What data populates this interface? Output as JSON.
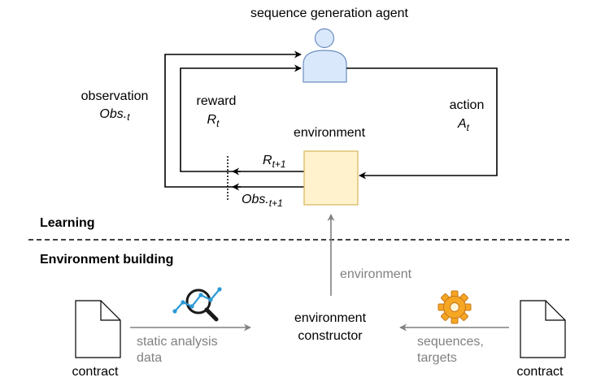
{
  "agent": {
    "title": "sequence generation agent"
  },
  "loop": {
    "observation": "observation",
    "obs_t": "Obs.",
    "obs_t_sub": "t",
    "reward": "reward",
    "reward_sym": "R",
    "reward_sub": "t",
    "action": "action",
    "action_sym": "A",
    "action_sub": "t",
    "env_label": "environment",
    "r_next": "R",
    "r_next_sub": "t+1",
    "obs_next": "Obs.",
    "obs_next_sub": "t+1"
  },
  "sections": {
    "learning": "Learning",
    "building": "Environment building"
  },
  "building": {
    "env_arrow_label": "environment",
    "constructor_line1": "environment",
    "constructor_line2": "constructor",
    "left_doc_label": "contract",
    "right_doc_label": "contract",
    "left_arrow_line1": "static analysis",
    "left_arrow_line2": "data",
    "right_arrow_line1": "sequences,",
    "right_arrow_line2": "targets"
  },
  "icons": {
    "analysis": "magnifier-chart-icon",
    "settings": "gear-icon"
  },
  "colors": {
    "agent_fill": "#dae8fc",
    "agent_stroke": "#6c8ebf",
    "env_fill": "#fff2cc",
    "env_stroke": "#d6b656",
    "gray": "#808080"
  }
}
